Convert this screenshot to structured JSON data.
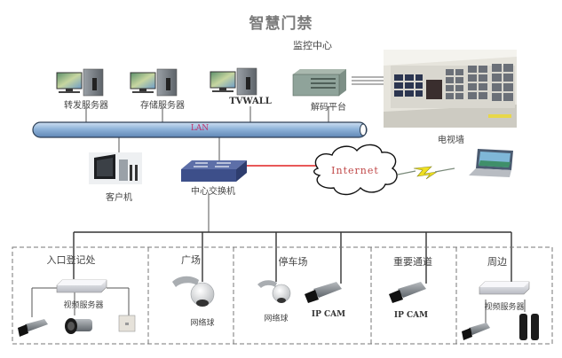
{
  "title": "智慧门禁",
  "monitoring_center": {
    "label": "监控中心",
    "devices": [
      {
        "id": "forward-server",
        "label": "转发服务器",
        "icon": "desktop-server-icon"
      },
      {
        "id": "storage-server",
        "label": "存储服务器",
        "icon": "desktop-server-icon"
      },
      {
        "id": "tvwall",
        "label": "TVWALL",
        "icon": "desktop-server-icon"
      },
      {
        "id": "decode-platform",
        "label": "解码平台",
        "icon": "decoder-rack-icon"
      }
    ],
    "tv_wall": {
      "label": "电视墙",
      "icon": "video-wall-photo"
    }
  },
  "network": {
    "lan_label": "LAN",
    "client": {
      "label": "客户机",
      "icon": "client-pc-icon"
    },
    "core_switch": {
      "label": "中心交换机",
      "icon": "network-switch-icon"
    },
    "internet": {
      "label": "Internet",
      "icon": "cloud-icon"
    },
    "wireless": {
      "icon": "lightning-link-icon"
    },
    "remote": {
      "icon": "laptop-icon"
    }
  },
  "zones": [
    {
      "name": "入口登记处",
      "devices": [
        {
          "label": "视频服务器",
          "icon": "video-server-icon"
        },
        {
          "label": "",
          "icon": "box-camera-icon"
        },
        {
          "label": "",
          "icon": "ir-bullet-camera-icon"
        },
        {
          "label": "",
          "icon": "card-reader-icon"
        }
      ]
    },
    {
      "name": "广场",
      "devices": [
        {
          "label": "网络球",
          "icon": "ptz-dome-camera-icon"
        }
      ]
    },
    {
      "name": "停车场",
      "devices": [
        {
          "label": "网络球",
          "icon": "ptz-dome-camera-icon"
        },
        {
          "label": "IP CAM",
          "icon": "ip-camera-icon"
        }
      ]
    },
    {
      "name": "重要通道",
      "devices": [
        {
          "label": "IP CAM",
          "icon": "ip-camera-icon"
        }
      ]
    },
    {
      "name": "周边",
      "devices": [
        {
          "label": "视频服务器",
          "icon": "video-server-icon"
        },
        {
          "label": "",
          "icon": "box-camera-icon"
        },
        {
          "label": "",
          "icon": "infrared-beam-detector-icon"
        }
      ]
    }
  ],
  "colors": {
    "lan_bar": "#8fb3d9",
    "lan_text": "#c0306a",
    "internet_link": "#e02020",
    "internet_text": "#c04848",
    "switch": "#3d4f8a",
    "lightning": "#f0e020",
    "title": "#7a7a7a"
  }
}
